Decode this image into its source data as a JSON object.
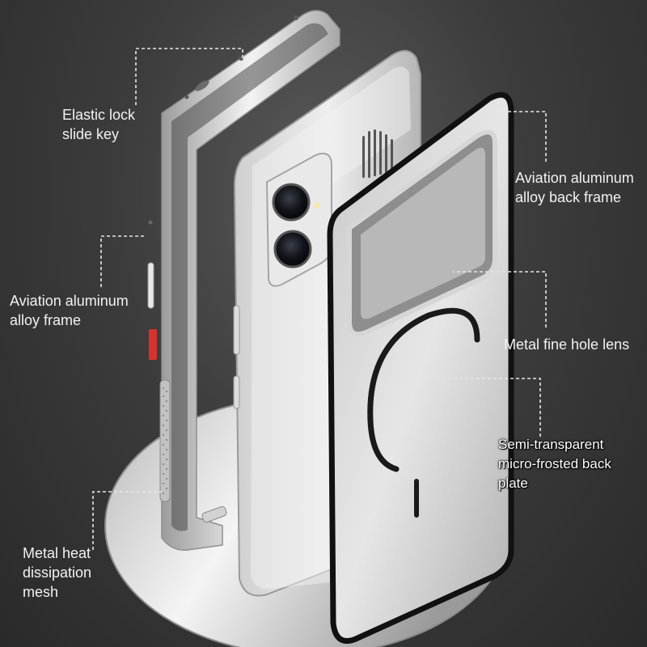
{
  "callouts": {
    "elastic_lock": "Elastic lock\nslide key",
    "frame": "Aviation aluminum\nalloy frame",
    "heat_mesh": "Metal heat\ndissipation\nmesh",
    "back_frame": "Aviation aluminum\nalloy back frame",
    "lens": "Metal fine hole lens",
    "back_plate": "Semi-transparent\nmicro-frosted back\nplate"
  },
  "colors": {
    "background": "#3c3c3c",
    "silver": "#d9d9d9",
    "accent_button": "#d8322c"
  }
}
